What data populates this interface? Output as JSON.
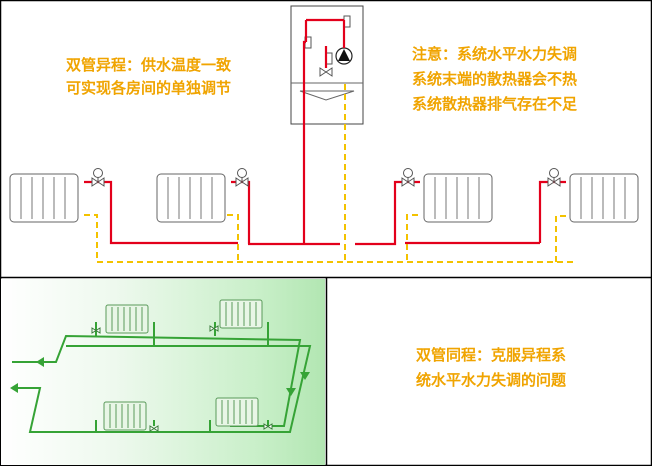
{
  "top_panel": {
    "caption_left": [
      "双管异程：供水温度一致",
      "可实现各房间的单独调节"
    ],
    "caption_right": [
      "注意：系统水平水力失调",
      "系统末端的散热器会不热",
      "系统散热器排气存在不足"
    ]
  },
  "bottom_right_panel": {
    "caption": [
      "双管同程：克服异程系",
      "统水平水力失调的问题"
    ]
  },
  "colors": {
    "supply": "#e3001b",
    "return": "#f3c200",
    "caption": "#f0a400",
    "green_pipe": "#3aa83a",
    "border": "#000000"
  }
}
